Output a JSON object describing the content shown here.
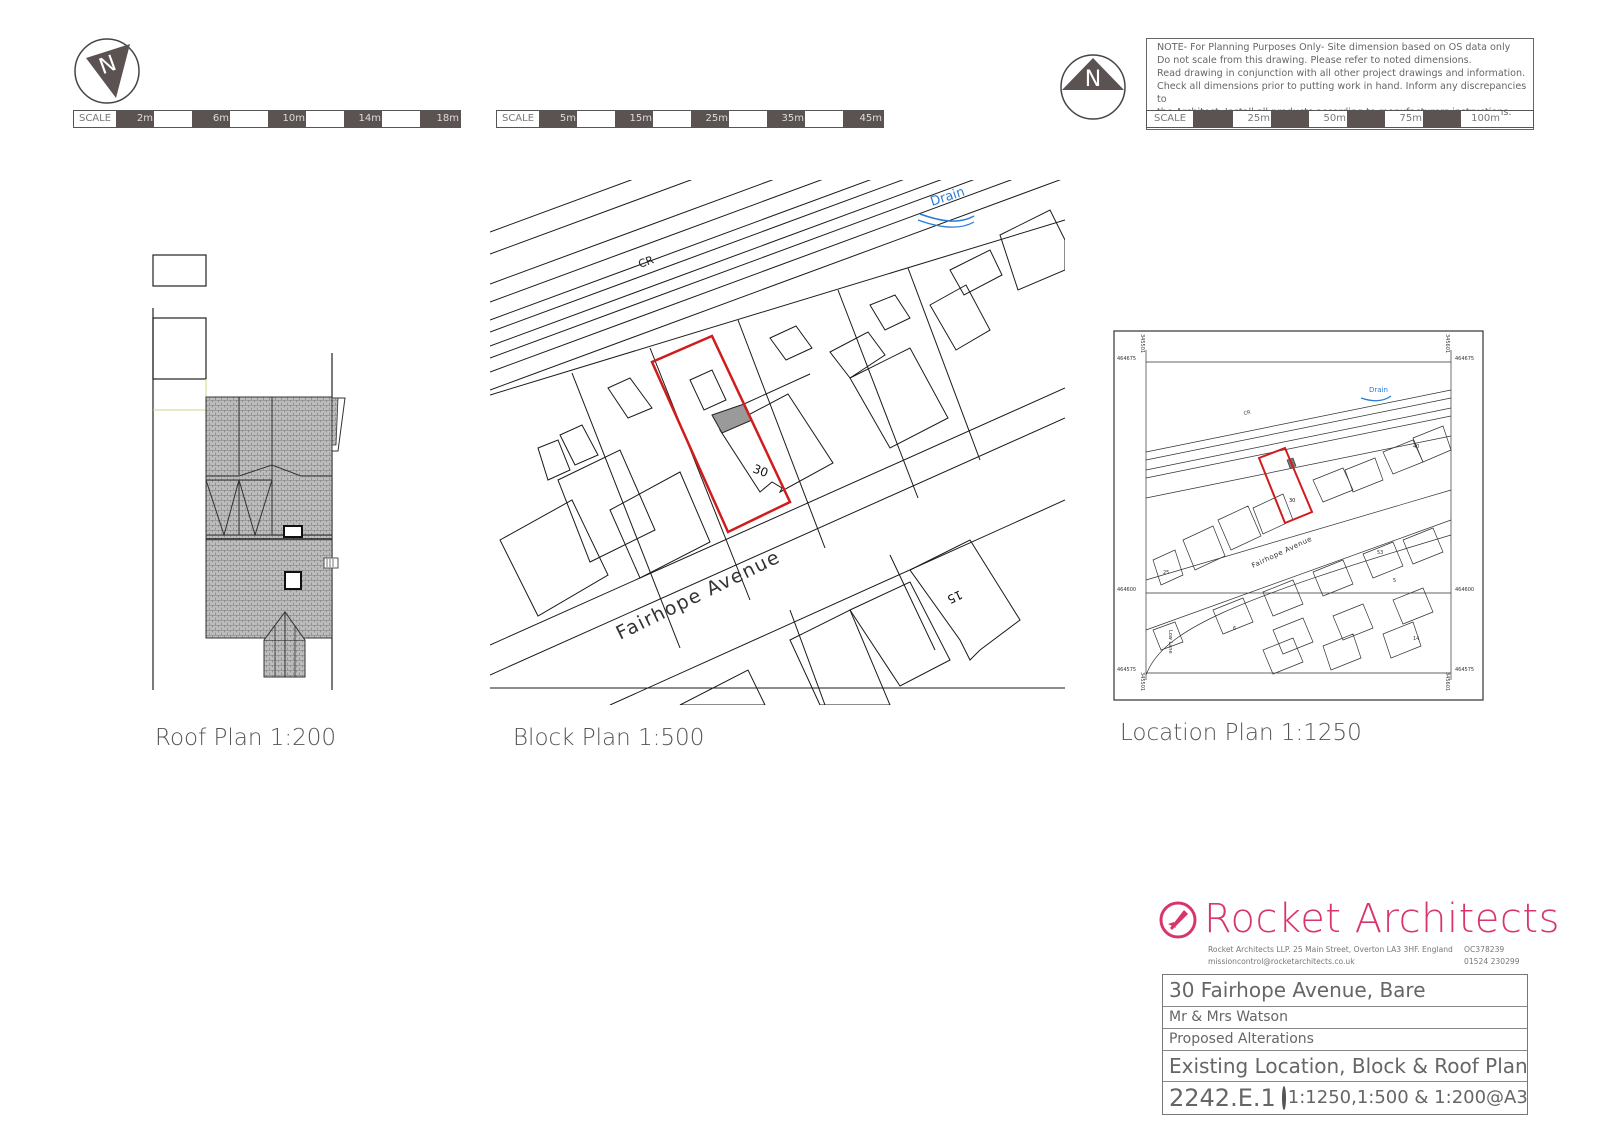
{
  "scales": {
    "roof": {
      "head": "SCALE",
      "labels": [
        "2m",
        "6m",
        "10m",
        "14m",
        "18m"
      ]
    },
    "block": {
      "head": "SCALE",
      "labels": [
        "5m",
        "15m",
        "25m",
        "35m",
        "45m"
      ]
    },
    "location": {
      "head": "SCALE",
      "labels": [
        "25m",
        "50m",
        "75m",
        "100m"
      ]
    }
  },
  "north_label": "N",
  "note_lines": [
    "NOTE- For Planning Purposes Only- Site dimension based on OS data only",
    "Do not scale from this drawing. Please refer to noted dimensions.",
    "Read drawing in conjunction with all other project drawings and information.",
    "Check all dimensions prior to putting work in hand. Inform any discrepancies to",
    "the Architect. Install all products according to manufacturers instructions."
  ],
  "block_plan": {
    "drain_label": "Drain",
    "rail_label": "CR",
    "house_number": "30",
    "street_label": "Fairhope Avenue",
    "opposite_number": "15"
  },
  "location_plan": {
    "grid": {
      "north_top": "464675",
      "north_mid": "464600",
      "north_bottom": "464575",
      "east_left": "345501",
      "east_right": "345601"
    },
    "drain_label": "Drain",
    "rail_label": "CR",
    "house_number": "30",
    "street_label": "Fairhope Avenue",
    "lane_label": "Low Lane",
    "numbers": [
      "40",
      "25",
      "53",
      "5",
      "6",
      "14"
    ]
  },
  "captions": {
    "roof": "Roof Plan 1:200",
    "block": "Block Plan 1:500",
    "location": "Location Plan 1:1250"
  },
  "brand": {
    "name": "Rocket Architects",
    "address": "Rocket Architects LLP. 25 Main Street, Overton LA3 3HF. England",
    "company_no": "OC378239",
    "email": "missioncontrol@rocketarchitects.co.uk",
    "phone": "01524 230299",
    "color": "#d8366b"
  },
  "title_block": {
    "project": "30 Fairhope Avenue, Bare",
    "client": "Mr & Mrs Watson",
    "status": "Proposed Alterations",
    "drawing_title": "Existing Location, Block & Roof Plans",
    "drawing_number": "2242.E.1",
    "scales": "1:1250,1:500 & 1:200@A3"
  },
  "colors": {
    "boundary": "#d01c1c",
    "scale_dark": "#5b5352",
    "drain": "#2a7bd6"
  }
}
